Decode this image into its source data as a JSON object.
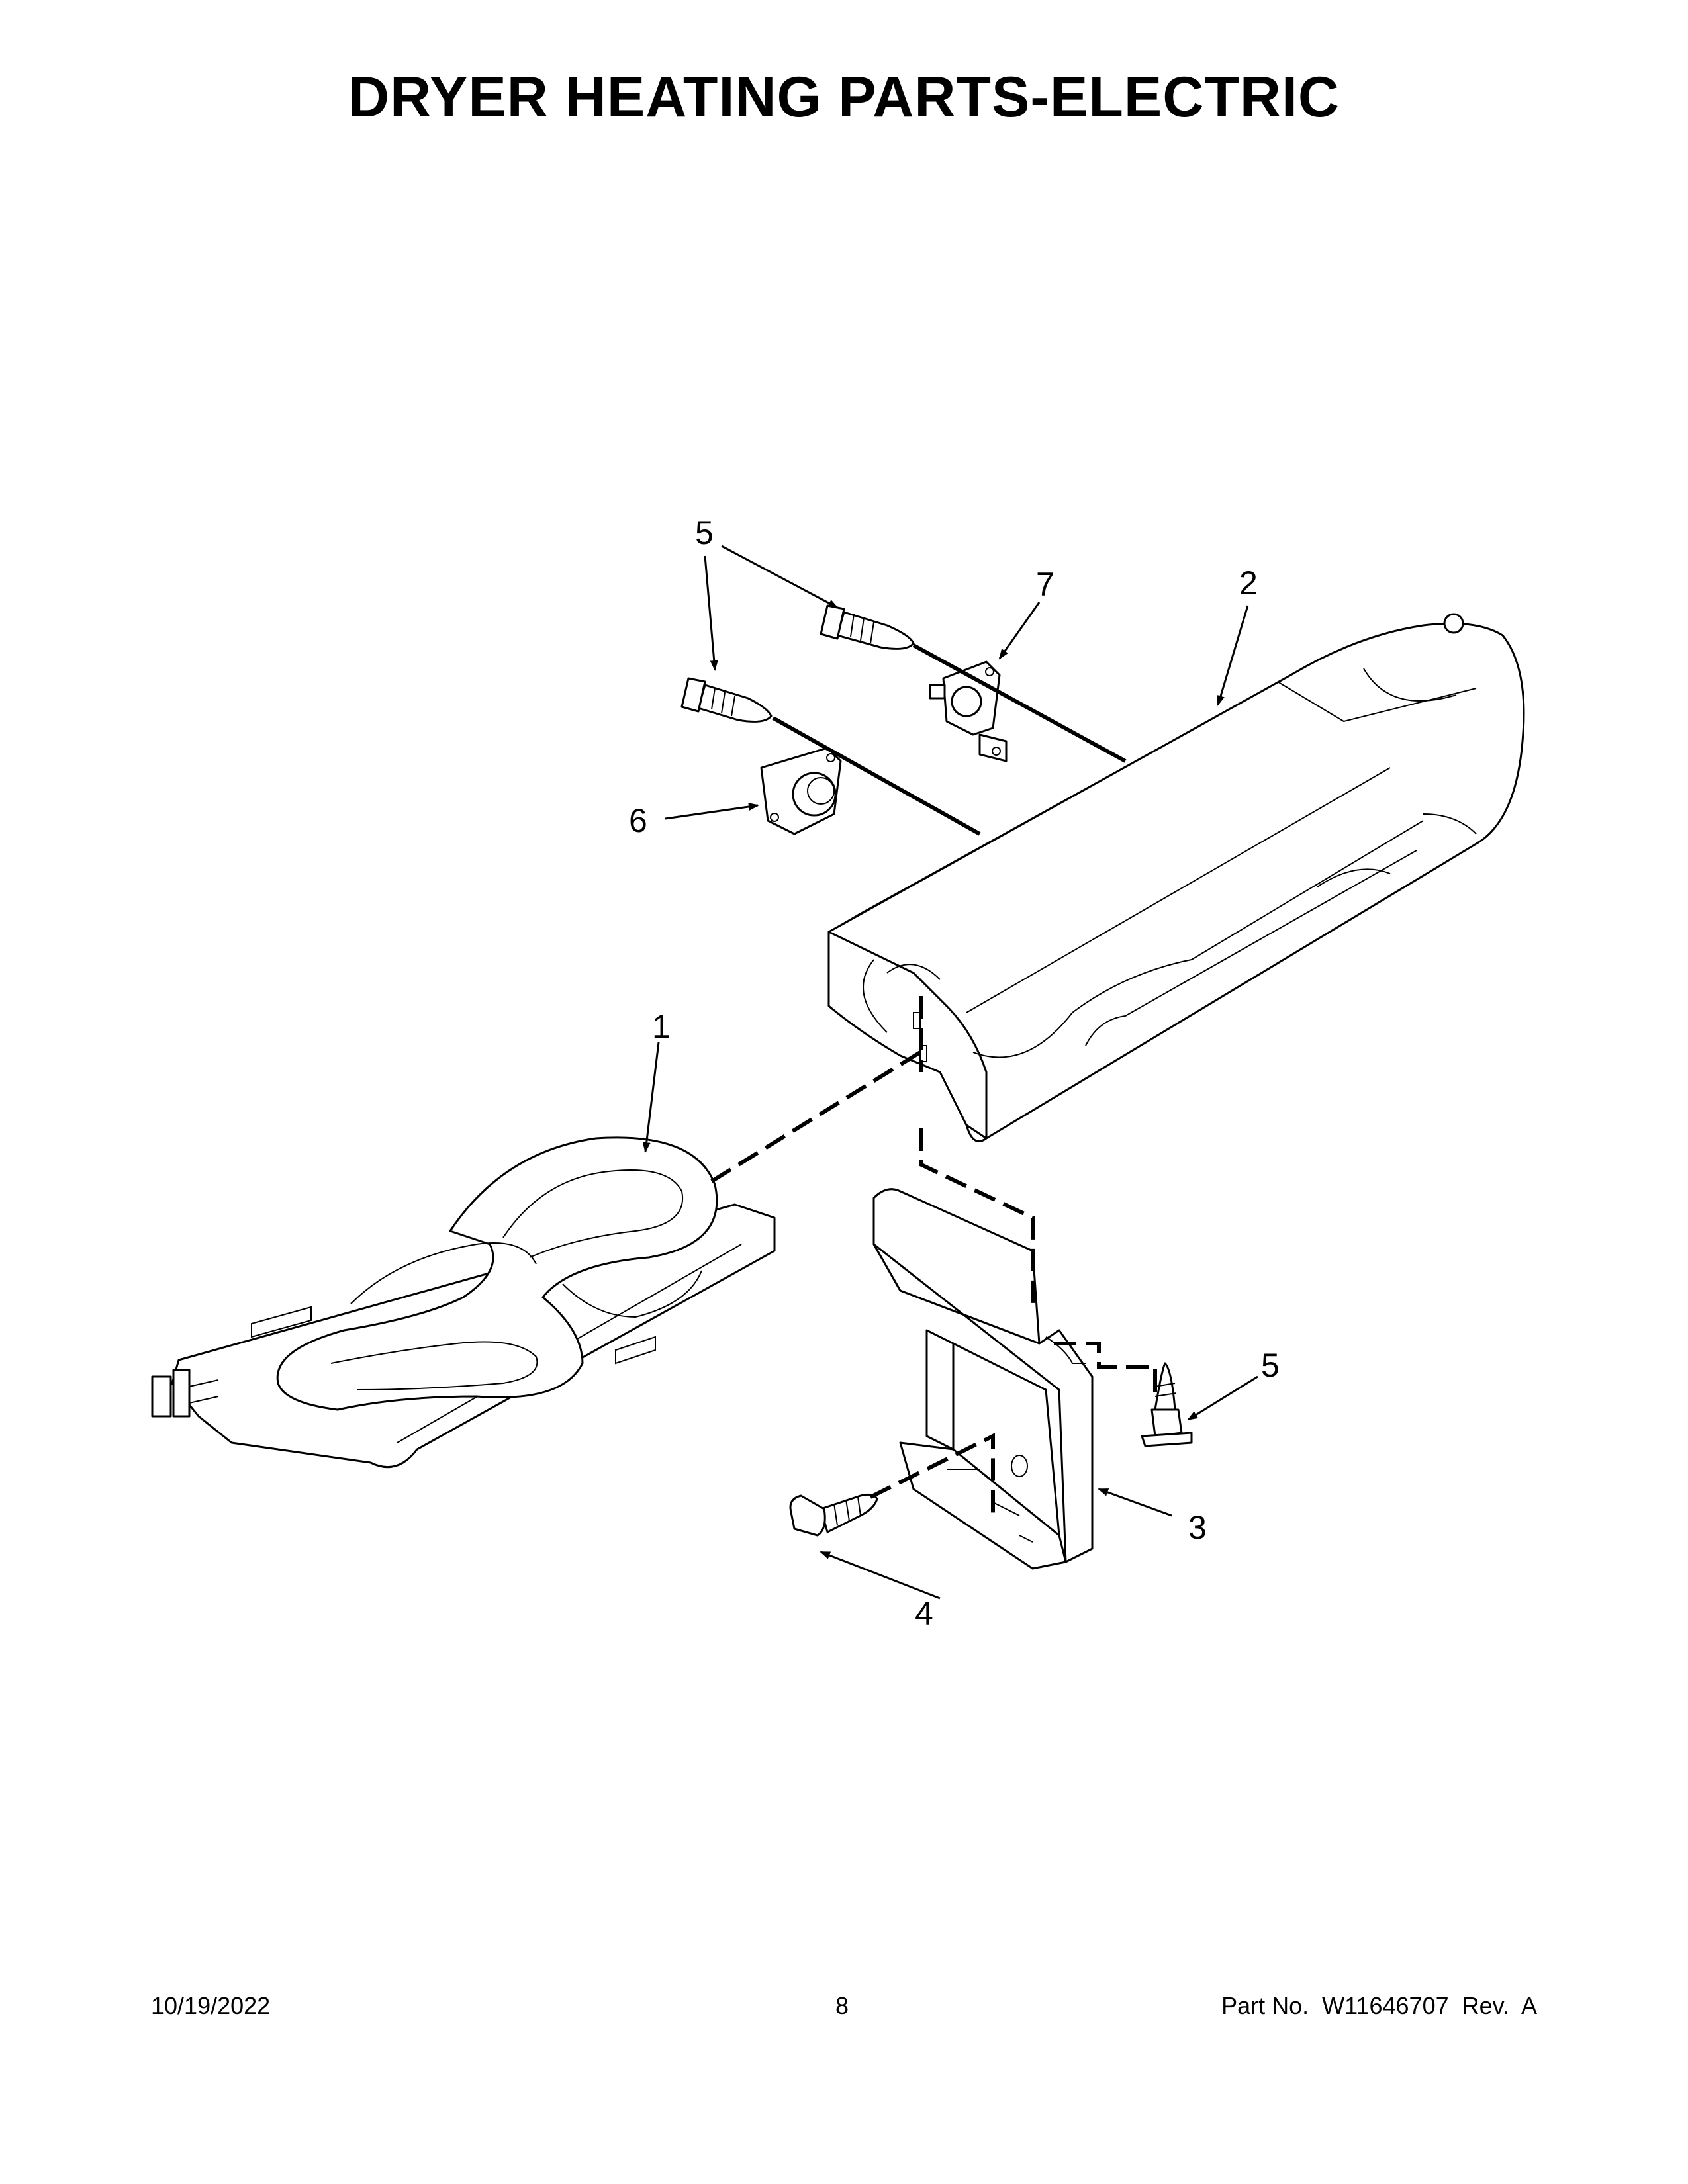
{
  "title": "DRYER HEATING PARTS-ELECTRIC",
  "callouts": {
    "c1": "1",
    "c2": "2",
    "c3": "3",
    "c4": "4",
    "c5a": "5",
    "c5b": "5",
    "c6": "6",
    "c7": "7"
  },
  "parts": [
    {
      "number": "1",
      "description": "heater-element-assembly"
    },
    {
      "number": "2",
      "description": "heater-housing"
    },
    {
      "number": "3",
      "description": "mounting-bracket"
    },
    {
      "number": "4",
      "description": "screw"
    },
    {
      "number": "5",
      "description": "screw"
    },
    {
      "number": "6",
      "description": "thermostat"
    },
    {
      "number": "7",
      "description": "thermal-fuse"
    }
  ],
  "footer": {
    "date": "10/19/2022",
    "page": "8",
    "part_number": "Part No.  W11646707  Rev.  A"
  }
}
